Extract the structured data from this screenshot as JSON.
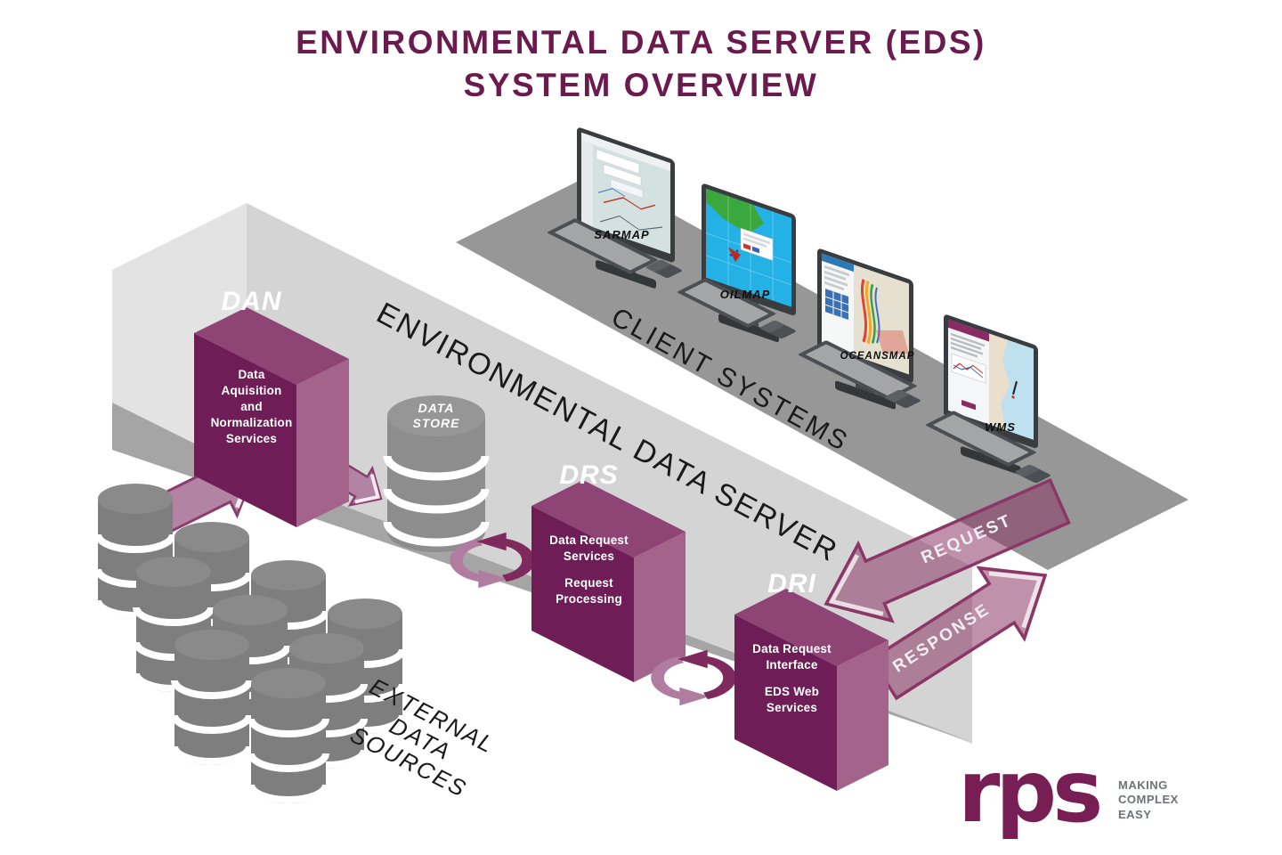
{
  "title": {
    "line1": "ENVIRONMENTAL DATA SERVER (EDS)",
    "line2": "SYSTEM OVERVIEW"
  },
  "platforms": {
    "client_label": "CLIENT SYSTEMS",
    "eds_label": "ENVIRONMENTAL DATA SERVER"
  },
  "external_sources": {
    "lines": [
      "EXTERNAL",
      "DATA",
      "SOURCES"
    ]
  },
  "workstations": [
    {
      "name": "SARMAP"
    },
    {
      "name": "OILMAP"
    },
    {
      "name": "OCEANSMAP"
    },
    {
      "name": "WMS"
    }
  ],
  "components": {
    "dan": {
      "acronym": "DAN",
      "lines1": [
        "Data",
        "Aquisition",
        "and",
        "Normalization",
        "Services"
      ]
    },
    "data_store": {
      "lines": [
        "DATA",
        "STORE"
      ]
    },
    "drs": {
      "acronym": "DRS",
      "lines1": [
        "Data Request",
        "Services"
      ],
      "lines2": [
        "Request",
        "Processing"
      ]
    },
    "dri": {
      "acronym": "DRI",
      "lines1": [
        "Data Request",
        "Interface"
      ],
      "lines2": [
        "EDS Web",
        "Services"
      ]
    }
  },
  "flows": {
    "request": "REQUEST",
    "response": "RESPONSE"
  },
  "branding": {
    "logo": "rps",
    "tagline": [
      "MAKING",
      "COMPLEX",
      "EASY"
    ]
  },
  "colors": {
    "title": "#6b1a4e",
    "box_front": "#6e1d56",
    "box_top": "#8f4476",
    "box_side": "#a4638b",
    "arrow_fill": "#b283a3",
    "arrow_border": "#8a3c6d",
    "client_platform": "#979797",
    "eds_wall": "#d4d4d4",
    "eds_floor": "#a5a5a5",
    "cylinder_gray": "#7e7e7e"
  }
}
